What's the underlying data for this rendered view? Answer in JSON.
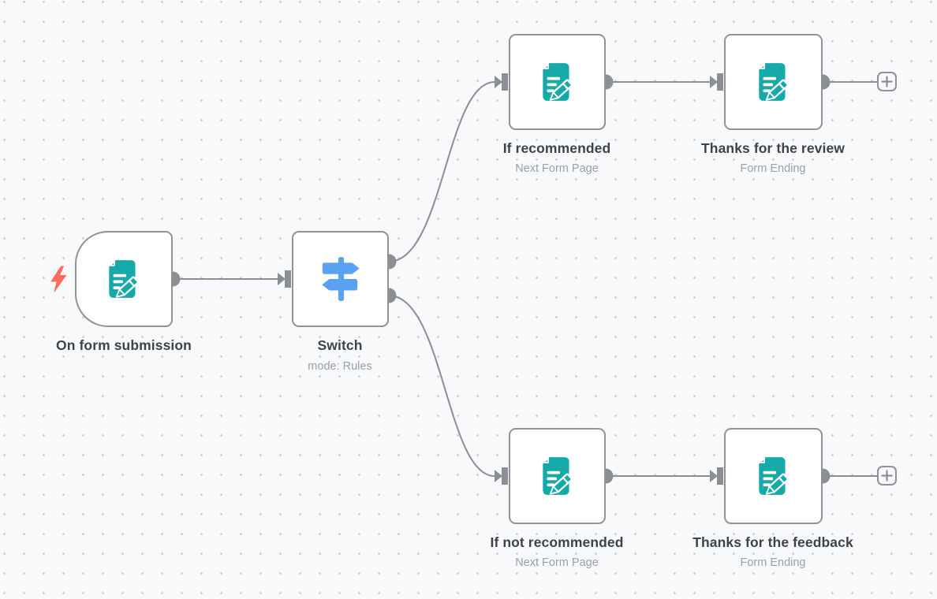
{
  "app": "workflow-canvas",
  "colors": {
    "canvas_bg": "#f8f9fb",
    "grid_dot": "#c7cad1",
    "node_border": "#8f9296",
    "connector": "#8b8e92",
    "title_text": "#3e434b",
    "subtitle_text": "#9aa0a8",
    "form_icon": "#16a9a9",
    "switch_icon": "#5ba1f2",
    "trigger_bolt": "#ff6d5a"
  },
  "nodes": {
    "trigger": {
      "label": "On form submission",
      "subtitle": ""
    },
    "switchNode": {
      "label": "Switch",
      "subtitle": "mode: Rules"
    },
    "ifRecommended": {
      "label": "If recommended",
      "subtitle": "Next Form Page"
    },
    "thanksReview": {
      "label": "Thanks for the review",
      "subtitle": "Form Ending"
    },
    "ifNotRecommended": {
      "label": "If not recommended",
      "subtitle": "Next Form Page"
    },
    "thanksFeedback": {
      "label": "Thanks for the feedback",
      "subtitle": "Form Ending"
    }
  },
  "icons": {
    "form": "form-pencil-icon",
    "switch": "signpost-icon",
    "bolt": "lightning-bolt-icon",
    "plus": "plus-icon"
  }
}
